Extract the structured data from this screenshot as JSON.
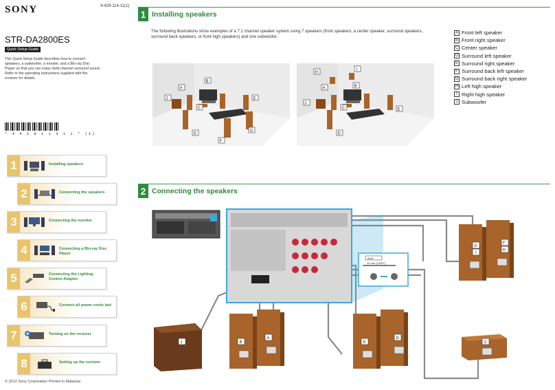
{
  "header": {
    "brand": "SONY",
    "doc_number": "4-429-114-11(1)",
    "model": "STR-DA2800ES",
    "guide_label": "Quick Setup Guide",
    "intro": "This Quick Setup Guide describes how to connect speakers, a subwoofer, a monitor, and a Blu-ray Disc Player so that you can enjoy multi-channel surround sound. Refer to the operating instructions supplied with the receiver for details.",
    "barcode_text": "* 4 4 2 9 1 1 4 1 1 *  (1)"
  },
  "steps": [
    {
      "num": "1",
      "label": "Installing speakers",
      "icon": "speaker-set-icon"
    },
    {
      "num": "2",
      "label": "Connecting the speakers",
      "icon": "speaker-wiring-icon"
    },
    {
      "num": "3",
      "label": "Connecting the monitor",
      "icon": "monitor-icon"
    },
    {
      "num": "4",
      "label": "Connecting a Blu-ray Disc Player",
      "icon": "bluray-player-icon"
    },
    {
      "num": "5",
      "label": "Connecting the Lighting Control Adapter",
      "icon": "lighting-adapter-icon"
    },
    {
      "num": "6",
      "label": "Connect all power cords last",
      "icon": "power-cord-icon"
    },
    {
      "num": "7",
      "label": "Turning on the receiver",
      "icon": "remote-power-icon"
    },
    {
      "num": "8",
      "label": "Setting up the receiver",
      "icon": "toolbox-icon"
    }
  ],
  "section1": {
    "num": "1",
    "title": "Installing speakers",
    "description": "The following illustrations show examples of a 7.1 channel speaker system using 7 speakers (front speakers, a center speaker, surround speakers, surround back speakers, or front high speakers) and one subwoofer."
  },
  "legend": [
    {
      "key": "A",
      "label": "Front left speaker"
    },
    {
      "key": "B",
      "label": "Front right speaker"
    },
    {
      "key": "C",
      "label": "Center speaker"
    },
    {
      "key": "D",
      "label": "Surround left speaker"
    },
    {
      "key": "E",
      "label": "Surround right speaker"
    },
    {
      "key": "F",
      "label": "Surround back left speaker"
    },
    {
      "key": "G",
      "label": "Surround back right speaker"
    },
    {
      "key": "H",
      "label": "Left high speaker"
    },
    {
      "key": "I",
      "label": "Right high speaker"
    },
    {
      "key": "J",
      "label": "Subwoofer"
    }
  ],
  "section2": {
    "num": "2",
    "title": "Connecting the speakers",
    "wire_length": "10 mm (13/32\")",
    "wire_brand": "Ama"
  },
  "footer": {
    "copyright": "© 2012 Sony Corporation    Printed in Malaysia"
  },
  "colors": {
    "accent_green": "#2e8b3e",
    "step_yellow": "#e9c46a",
    "speaker_wood": "#a8642a",
    "panel_blue": "#3aa8dc"
  }
}
